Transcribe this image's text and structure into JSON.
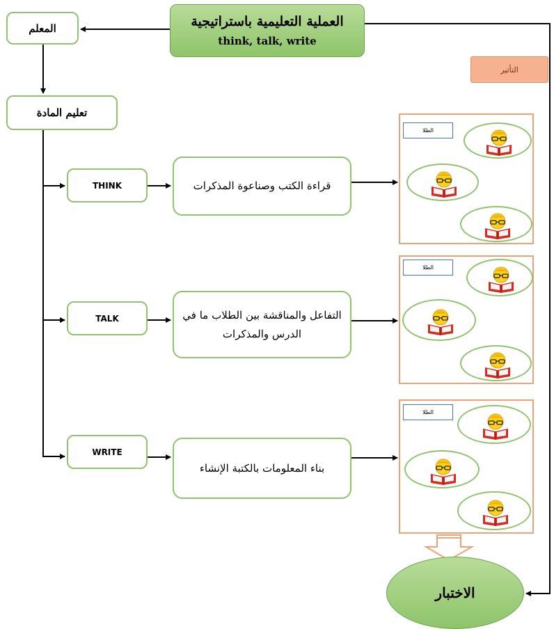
{
  "title": {
    "line1": "العملية التعليمية باستراتيجية",
    "line2": "think, talk, write"
  },
  "teacher": "المعلم",
  "subject": "تعليم المادة",
  "effect": "التأثير",
  "steps": [
    {
      "name": "THINK",
      "desc": "قراءة الكتب وصناعوة المذكرات"
    },
    {
      "name": "TALK",
      "desc": "التفاعل والمناقشة بين الطلاب ما في الدرس والمذكرات"
    },
    {
      "name": "WRITE",
      "desc": "بناء المعلومات بالكتبة الإنشاء"
    }
  ],
  "panels": [
    {
      "label": "الطلا"
    },
    {
      "label": "الطلا"
    },
    {
      "label": "الطلا"
    }
  ],
  "exam": "الاختبار",
  "colors": {
    "green": "#8ec46a",
    "orange": "#f0a274",
    "blue": "#4472c4"
  }
}
